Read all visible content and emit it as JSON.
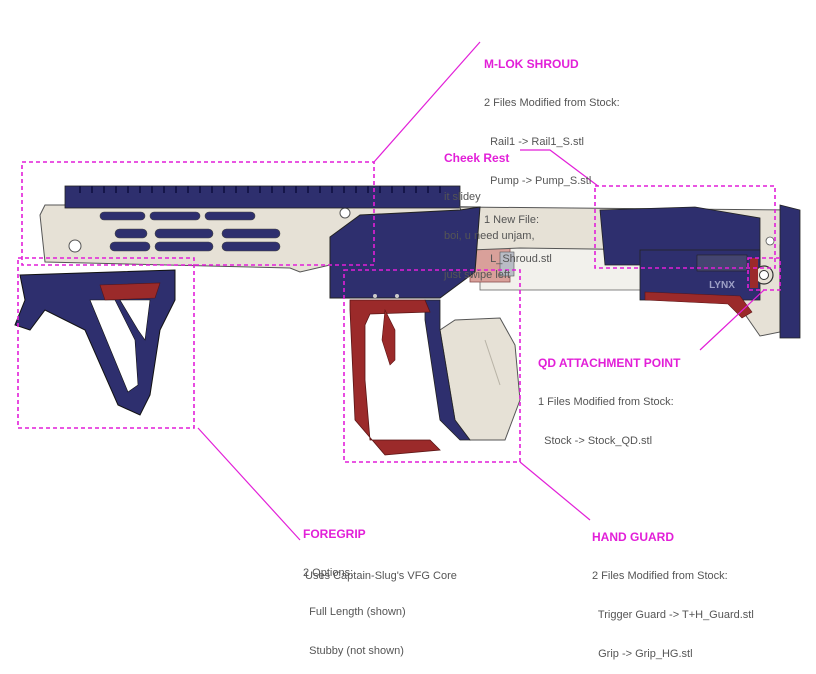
{
  "colors": {
    "callout": "#e21fd8",
    "navy": "#2e2f6e",
    "bone": "#e6e1d6",
    "red": "#9b2a2a",
    "text": "#555555"
  },
  "callouts": {
    "mlok": {
      "title": "M-LOK SHROUD",
      "lines": [
        "2 Files Modified from Stock:",
        "  Rail1 -> Rail1_S.stl",
        "  Pump -> Pump_S.stl",
        "1 New File:",
        "  L_Shroud.stl"
      ]
    },
    "cheek": {
      "title": "Cheek Rest",
      "lines": [
        "it slidey",
        "boi, u need unjam,",
        "just swipe left"
      ]
    },
    "qd": {
      "title": "QD ATTACHMENT POINT",
      "lines": [
        "1 Files Modified from Stock:",
        "  Stock -> Stock_QD.stl"
      ]
    },
    "foregrip": {
      "title": "FOREGRIP",
      "lines": [
        "2 Options:",
        "  Full Length (shown)",
        "  Stubby (not shown)"
      ]
    },
    "handguard": {
      "title": "HAND GUARD",
      "lines": [
        "2 Files Modified from Stock:",
        "  Trigger Guard -> T+H_Guard.stl",
        "  Grip -> Grip_HG.stl"
      ]
    }
  },
  "footer": "Uses Captain-Slug's VFG Core",
  "stock_logo": "LYNX"
}
